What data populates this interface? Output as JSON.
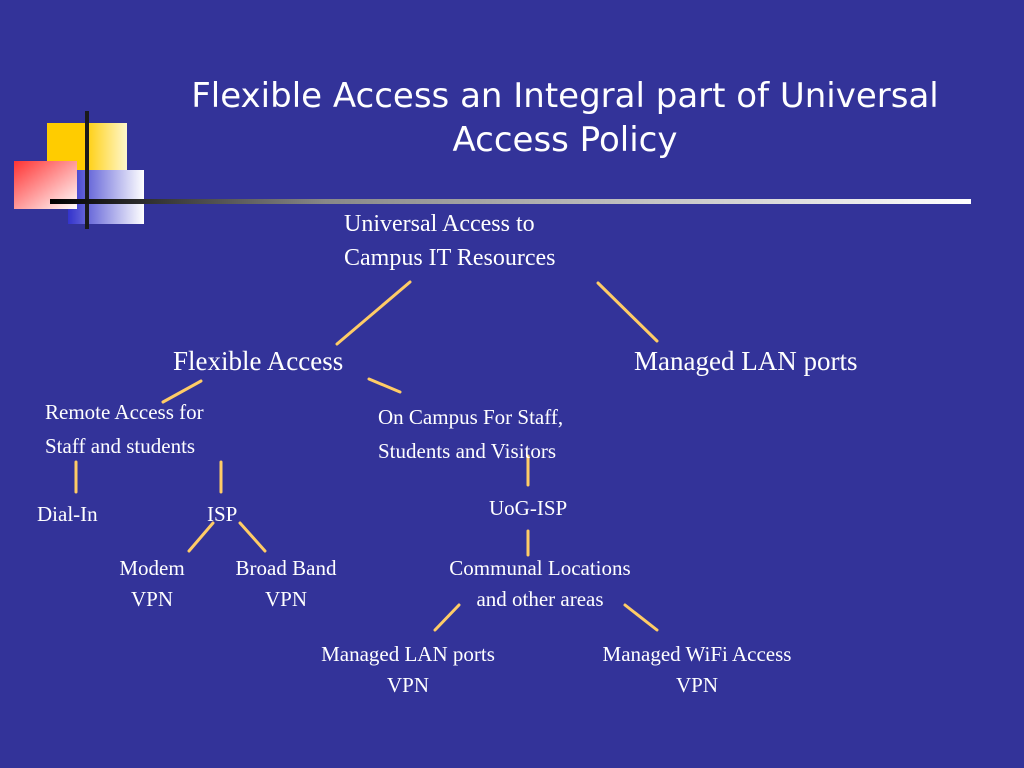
{
  "title": {
    "line1": "Flexible Access an Integral part of Universal",
    "line2": "Access Policy"
  },
  "colors": {
    "background": "#333399",
    "connector": "#ffcc66",
    "logo_yellow": "#ffcc00",
    "logo_red": "#ff3333",
    "logo_blue": "#3333cc",
    "rule": "#ffffff"
  },
  "icons": {
    "logo": "overlapping-squares-logo"
  },
  "diagram": {
    "root": {
      "line1": "Universal Access to",
      "line2": "Campus IT Resources"
    },
    "flexible_access": "Flexible Access",
    "managed_lan_top": "Managed LAN ports",
    "remote_access": {
      "line1": "Remote Access for",
      "line2": "Staff and students"
    },
    "on_campus": {
      "line1": "On Campus For Staff,",
      "line2": "Students and Visitors"
    },
    "dial_in": "Dial-In",
    "isp": "ISP",
    "uog_isp": "UoG-ISP",
    "modem_vpn": {
      "line1": "Modem",
      "line2": "VPN"
    },
    "broadband_vpn": {
      "line1": "Broad Band",
      "line2": "VPN"
    },
    "communal": {
      "line1": "Communal Locations",
      "line2": "and other areas"
    },
    "managed_lan_vpn": {
      "line1": "Managed LAN ports",
      "line2": "VPN"
    },
    "managed_wifi_vpn": {
      "line1": "Managed WiFi Access",
      "line2": "VPN"
    }
  }
}
